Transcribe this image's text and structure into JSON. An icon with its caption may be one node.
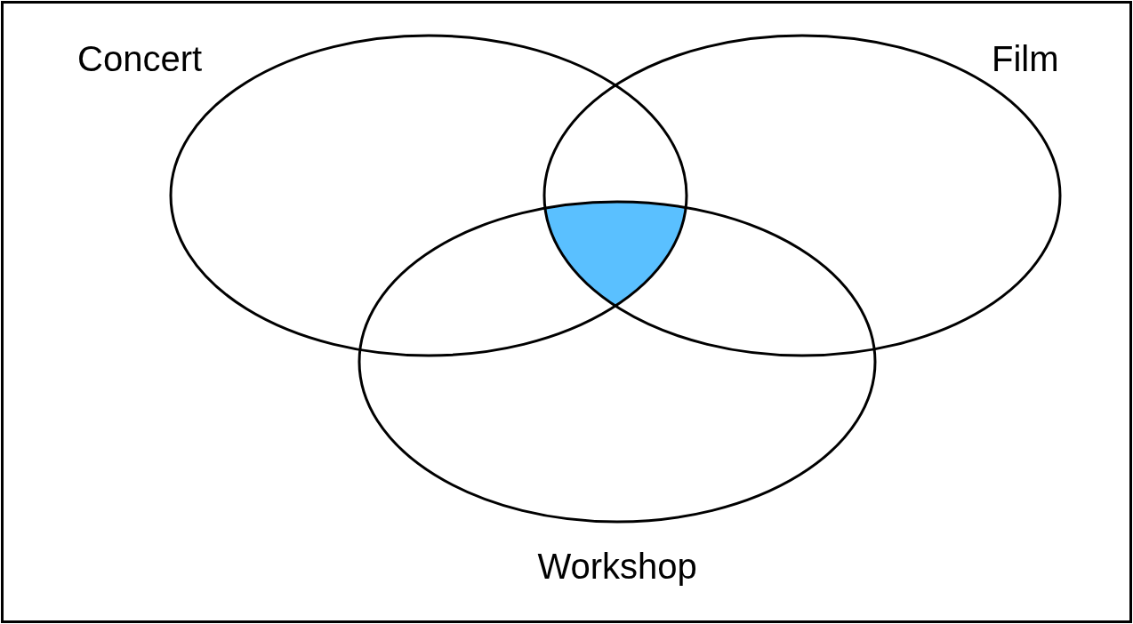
{
  "diagram": {
    "nodes": [
      {
        "text": [
          "Concert"
        ]
      },
      {
        "text": [
          "Film"
        ]
      },
      {
        "text": [
          "Workshop"
        ]
      },
      {
        "text": [],
        "shape": "region"
      }
    ],
    "edges": []
  }
}
